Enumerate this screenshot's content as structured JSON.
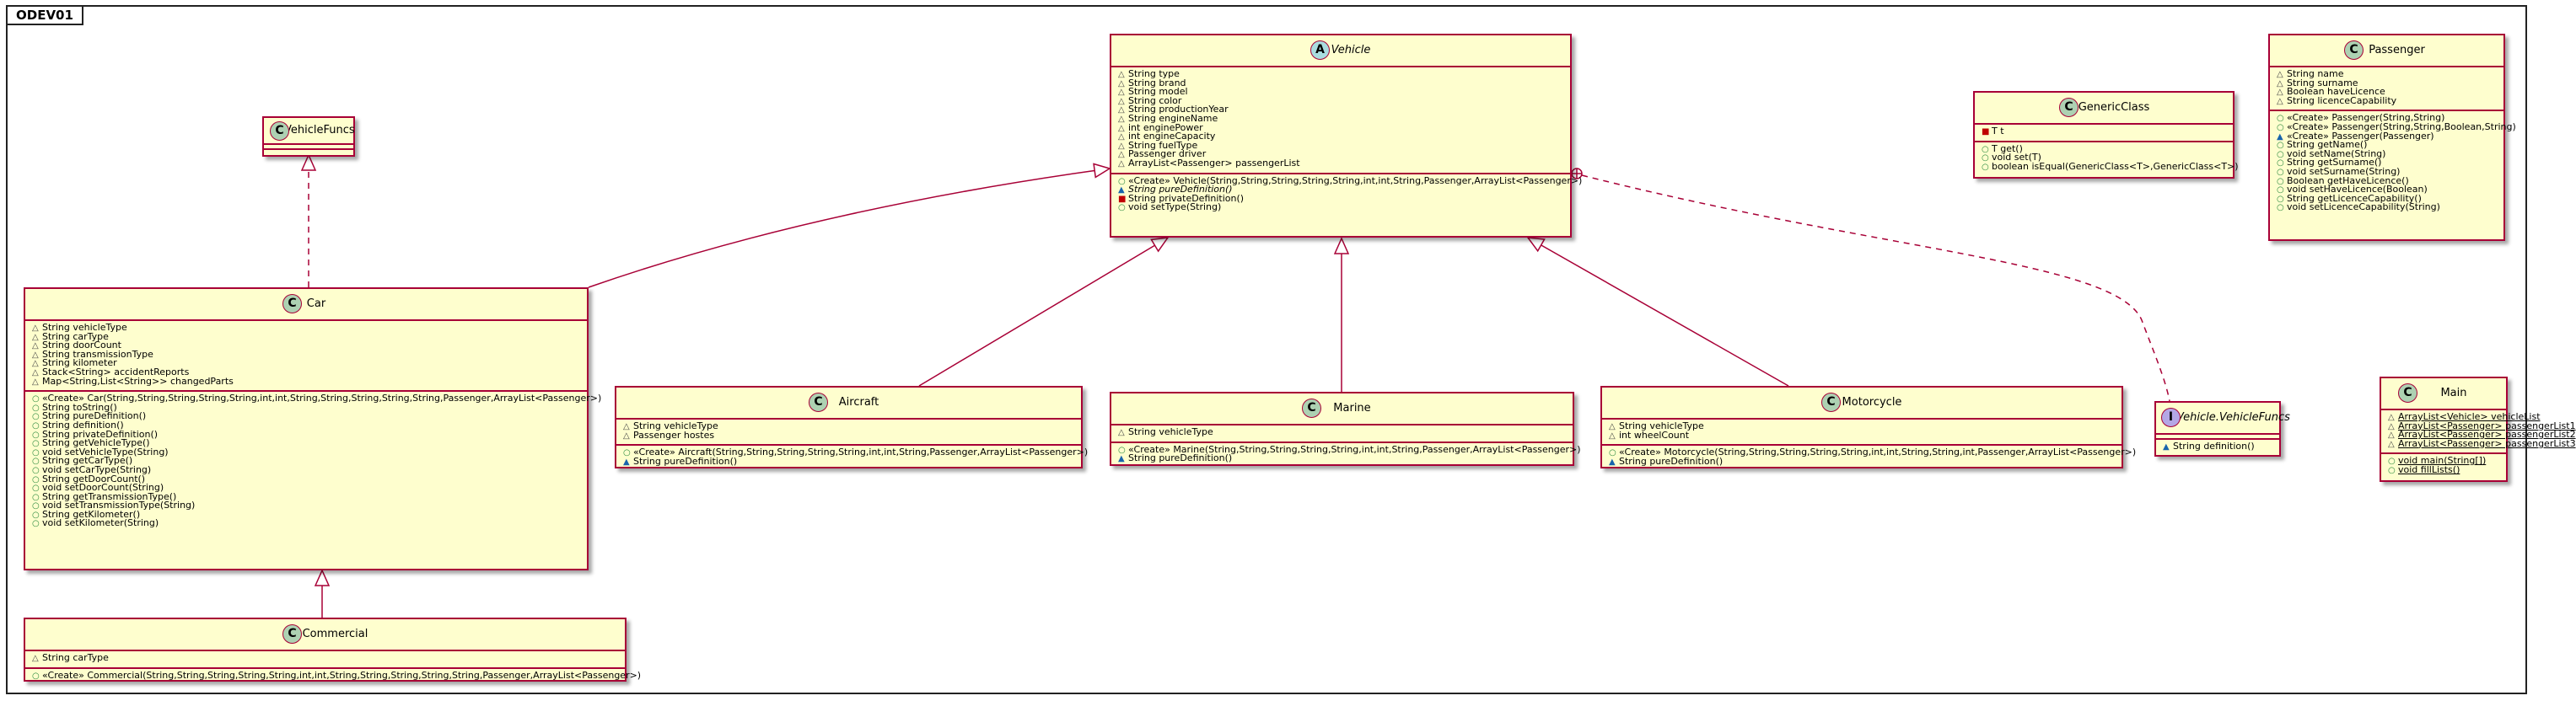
{
  "package": {
    "name": "ODEV01"
  },
  "classes": {
    "vehicle": {
      "kind_icon": "A",
      "name": "Vehicle",
      "fields": [
        "String type",
        "String brand",
        "String model",
        "String color",
        "String productionYear",
        "String engineName",
        "int enginePower",
        "int engineCapacity",
        "String fuelType",
        "Passenger driver",
        "ArrayList<Passenger> passengerList"
      ],
      "methods": [
        "«Create» Vehicle(String,String,String,String,String,int,int,String,Passenger,ArrayList<Passenger>)",
        "String pureDefinition()",
        "String privateDefinition()",
        "void setType(String)"
      ]
    },
    "vehiclefuncs": {
      "kind_icon": "C",
      "name": "VehicleFuncs"
    },
    "car": {
      "kind_icon": "C",
      "name": "Car",
      "fields": [
        "String vehicleType",
        "String carType",
        "String doorCount",
        "String transmissionType",
        "String kilometer",
        "Stack<String> accidentReports",
        "Map<String,List<String>> changedParts"
      ],
      "methods": [
        "«Create» Car(String,String,String,String,String,int,int,String,String,String,String,String,Passenger,ArrayList<Passenger>)",
        "String toString()",
        "String pureDefinition()",
        "String definition()",
        "String privateDefinition()",
        "String getVehicleType()",
        "void setVehicleType(String)",
        "String getCarType()",
        "void setCarType(String)",
        "String getDoorCount()",
        "void setDoorCount(String)",
        "String getTransmissionType()",
        "void setTransmissionType(String)",
        "String getKilometer()",
        "void setKilometer(String)"
      ]
    },
    "commercial": {
      "kind_icon": "C",
      "name": "Commercial",
      "fields": [
        "String carType"
      ],
      "methods": [
        "«Create» Commercial(String,String,String,String,String,int,int,String,String,String,String,String,Passenger,ArrayList<Passenger>)"
      ]
    },
    "aircraft": {
      "kind_icon": "C",
      "name": "Aircraft",
      "fields": [
        "String vehicleType",
        "Passenger hostes"
      ],
      "methods": [
        "«Create» Aircraft(String,String,String,String,String,int,int,String,Passenger,ArrayList<Passenger>)",
        "String pureDefinition()"
      ]
    },
    "marine": {
      "kind_icon": "C",
      "name": "Marine",
      "fields": [
        "String vehicleType"
      ],
      "methods": [
        "«Create» Marine(String,String,String,String,String,int,int,String,Passenger,ArrayList<Passenger>)",
        "String pureDefinition()"
      ]
    },
    "motorcycle": {
      "kind_icon": "C",
      "name": "Motorcycle",
      "fields": [
        "String vehicleType",
        "int wheelCount"
      ],
      "methods": [
        "«Create» Motorcycle(String,String,String,String,String,int,int,String,String,int,Passenger,ArrayList<Passenger>)",
        "String pureDefinition()"
      ]
    },
    "interface_funcs": {
      "kind_icon": "I",
      "name": "Vehicle.VehicleFuncs",
      "fields": [],
      "methods": [
        "String definition()"
      ]
    },
    "genericclass": {
      "kind_icon": "C",
      "name": "GenericClass",
      "fields": [
        "T t"
      ],
      "methods": [
        "T get()",
        "void set(T)",
        "boolean isEqual(GenericClass<T>,GenericClass<T>)"
      ]
    },
    "passenger": {
      "kind_icon": "C",
      "name": "Passenger",
      "fields": [
        "String name",
        "String surname",
        "Boolean haveLicence",
        "String licenceCapability"
      ],
      "methods": [
        "«Create» Passenger(String,String)",
        "«Create» Passenger(String,String,Boolean,String)",
        "«Create» Passenger(Passenger)",
        "String getName()",
        "void setName(String)",
        "String getSurname()",
        "void setSurname(String)",
        "Boolean getHaveLicence()",
        "void setHaveLicence(Boolean)",
        "String getLicenceCapability()",
        "void setLicenceCapability(String)"
      ]
    },
    "main": {
      "kind_icon": "C",
      "name": "Main",
      "fields": [
        "ArrayList<Vehicle> vehicleList",
        "ArrayList<Passenger> passengerList1",
        "ArrayList<Passenger> passengerList2",
        "ArrayList<Passenger> passengerList3"
      ],
      "methods": [
        "void main(String[])",
        "void fillLists()"
      ]
    }
  },
  "relations": [
    {
      "from": "car",
      "to": "vehiclefuncs",
      "type": "realization"
    },
    {
      "from": "car",
      "to": "vehicle",
      "type": "generalization"
    },
    {
      "from": "aircraft",
      "to": "vehicle",
      "type": "generalization"
    },
    {
      "from": "marine",
      "to": "vehicle",
      "type": "generalization"
    },
    {
      "from": "motorcycle",
      "to": "vehicle",
      "type": "generalization"
    },
    {
      "from": "commercial",
      "to": "car",
      "type": "generalization"
    },
    {
      "from": "vehicle",
      "to": "interface_funcs",
      "type": "nested"
    }
  ]
}
